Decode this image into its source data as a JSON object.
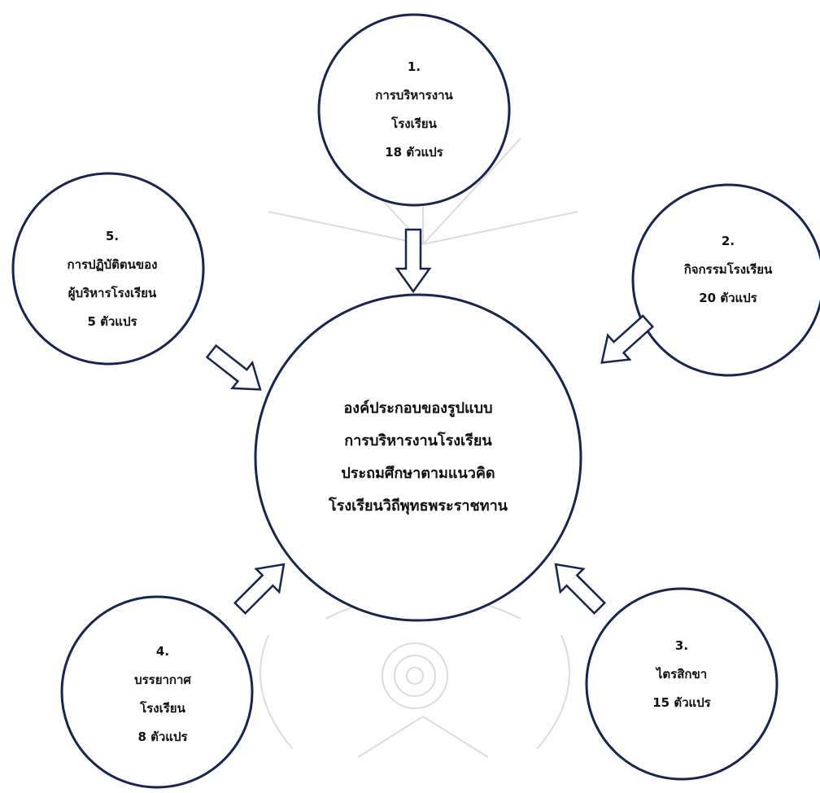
{
  "colors": {
    "circle": "#182552",
    "arrow": "#182552",
    "text": "#111111",
    "watermark": "#d9d9d9"
  },
  "watermark_icon": "royal-emblem-icon",
  "center": {
    "lines": [
      "องค์ประกอบของรูปแบบ",
      "การบริหารงานโรงเรียน",
      "ประถมศึกษาตามแนวคิด",
      "โรงเรียนวิถีพุทธพระราชทาน"
    ]
  },
  "nodes": [
    {
      "lines": [
        "1.",
        "การบริหารงาน",
        "โรงเรียน",
        "18 ตัวแปร"
      ]
    },
    {
      "lines": [
        "2.",
        "กิจกรรมโรงเรียน",
        "20 ตัวแปร"
      ]
    },
    {
      "lines": [
        "3.",
        "ไตรสิกขา",
        "15 ตัวแปร"
      ]
    },
    {
      "lines": [
        "4.",
        "บรรยากาศ",
        "โรงเรียน",
        "8 ตัวแปร"
      ]
    },
    {
      "lines": [
        "5.",
        "การปฏิบัติตนของ",
        "ผู้บริหารโรงเรียน",
        "5 ตัวแปร"
      ]
    }
  ]
}
